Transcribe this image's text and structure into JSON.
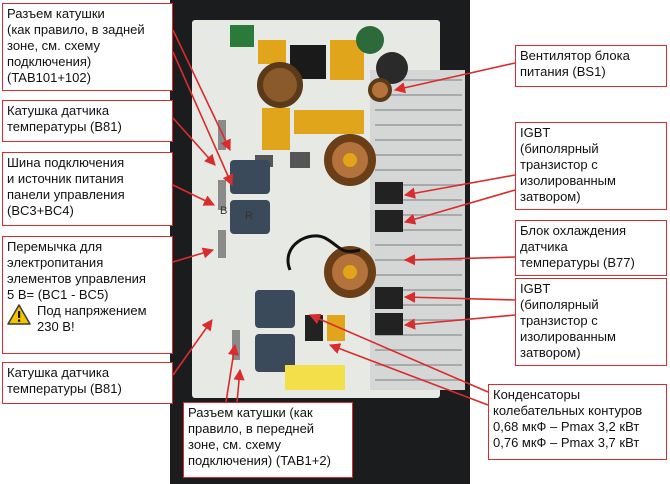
{
  "labels": {
    "coil_connector_rear": "Разъем катушки\n(как правило, в задней\nзоне, см. схему\nподключения)\n(TAB101+102)",
    "temp_sensor_coil_top": "Катушка датчика\nтемпературы (B81)",
    "control_bus": "Шина подключения\nи источник питания\nпанели управления\n(BC3+BC4)",
    "jumper_power": "Перемычка для\nэлектропитания\nэлементов управления\n5 B= (BC1 - BC5)",
    "warning_text": "Под напряжением\n230 B!",
    "temp_sensor_coil_bottom": "Катушка датчика\nтемпературы (B81)",
    "coil_connector_front": "Разъем катушки (как\nправило, в передней\nзоне, см. схему\nподключения) (TAB1+2)",
    "fan": "Вентилятор блока\nпитания (BS1)",
    "igbt_top": "IGBT\n(биполярный\nтранзистор с\nизолированным\nзатвором)",
    "cooling_block": "Блок охлаждения\nдатчика\nтемпературы (B77)",
    "igbt_bottom": "IGBT\n(биполярный\nтранзистор с\nизолированным\nзатвором)",
    "capacitors": "Конденсаторы\nколебательных контуров\n0,68 мкФ – Pmax 3,2 кВт\n0,76 мкФ – Pmax 3,7 кВт"
  },
  "pcb_marks": {
    "left_mark": "B",
    "right_mark": "R"
  },
  "colors": {
    "leader_line": "#d92c2c",
    "box_border": "#d92c2c",
    "warning": "#f2c500"
  },
  "icons": {
    "warning": "warning-triangle-icon"
  }
}
